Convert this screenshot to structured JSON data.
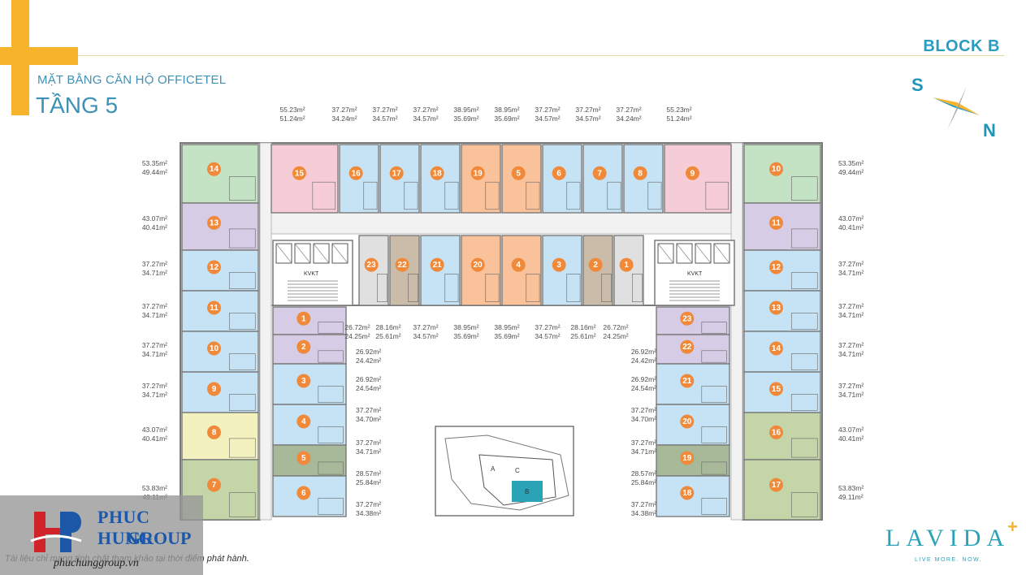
{
  "header": {
    "subtitle": "MẶT BẰNG CĂN HỘ OFFICETEL",
    "title": "TẦNG 5",
    "block": "BLOCK B"
  },
  "compass": {
    "south": "S",
    "north": "N"
  },
  "colors": {
    "blue": "#c5e3f4",
    "green": "#c4e2c4",
    "purple": "#d6cce6",
    "pink": "#f6cdd6",
    "orange": "#f9c29a",
    "gray": "#e0e0e0",
    "taupe": "#cbbcaa",
    "yellow": "#f3f2bf",
    "olive": "#c4d6a8",
    "darkgreen": "#a8b99a",
    "circle": "#f08a3a",
    "wall": "#7a7a7a"
  },
  "units": [
    {
      "num": "14",
      "color": "green"
    },
    {
      "num": "13",
      "color": "purple"
    },
    {
      "num": "12",
      "color": "blue"
    },
    {
      "num": "11",
      "color": "blue"
    },
    {
      "num": "10",
      "color": "blue"
    },
    {
      "num": "9",
      "color": "blue"
    },
    {
      "num": "8",
      "color": "yellow"
    },
    {
      "num": "7",
      "color": "olive"
    },
    {
      "num": "15",
      "color": "pink"
    },
    {
      "num": "16",
      "color": "blue"
    },
    {
      "num": "17",
      "color": "blue"
    },
    {
      "num": "18",
      "color": "blue"
    },
    {
      "num": "19",
      "color": "orange"
    },
    {
      "num": "5",
      "color": "orange"
    },
    {
      "num": "6",
      "color": "blue"
    },
    {
      "num": "7",
      "color": "blue"
    },
    {
      "num": "8",
      "color": "blue"
    },
    {
      "num": "9",
      "color": "pink"
    },
    {
      "num": "23",
      "color": "gray"
    },
    {
      "num": "22",
      "color": "taupe"
    },
    {
      "num": "21",
      "color": "blue"
    },
    {
      "num": "20",
      "color": "orange"
    },
    {
      "num": "4",
      "color": "orange"
    },
    {
      "num": "3",
      "color": "blue"
    },
    {
      "num": "2",
      "color": "taupe"
    },
    {
      "num": "1",
      "color": "gray"
    },
    {
      "num": "1",
      "color": "purple"
    },
    {
      "num": "2",
      "color": "purple"
    },
    {
      "num": "3",
      "color": "blue"
    },
    {
      "num": "4",
      "color": "blue"
    },
    {
      "num": "5",
      "color": "darkgreen"
    },
    {
      "num": "6",
      "color": "blue"
    },
    {
      "num": "23",
      "color": "purple"
    },
    {
      "num": "22",
      "color": "purple"
    },
    {
      "num": "21",
      "color": "blue"
    },
    {
      "num": "20",
      "color": "blue"
    },
    {
      "num": "19",
      "color": "darkgreen"
    },
    {
      "num": "18",
      "color": "blue"
    },
    {
      "num": "10",
      "color": "green"
    },
    {
      "num": "11",
      "color": "purple"
    },
    {
      "num": "12",
      "color": "blue"
    },
    {
      "num": "13",
      "color": "blue"
    },
    {
      "num": "14",
      "color": "blue"
    },
    {
      "num": "15",
      "color": "blue"
    },
    {
      "num": "16",
      "color": "olive"
    },
    {
      "num": "17",
      "color": "olive"
    }
  ],
  "areas": [
    {
      "gross": "53.35m²",
      "net": "49.44m²"
    },
    {
      "gross": "43.07m²",
      "net": "40.41m²"
    },
    {
      "gross": "37.27m²",
      "net": "34.71m²"
    },
    {
      "gross": "37.27m²",
      "net": "34.71m²"
    },
    {
      "gross": "37.27m²",
      "net": "34.71m²"
    },
    {
      "gross": "37.27m²",
      "net": "34.71m²"
    },
    {
      "gross": "43.07m²",
      "net": "40.41m²"
    },
    {
      "gross": "53.83m²",
      "net": "49.11m²"
    },
    {
      "gross": "55.23m²",
      "net": "51.24m²"
    },
    {
      "gross": "37.27m²",
      "net": "34.24m²"
    },
    {
      "gross": "37.27m²",
      "net": "34.57m²"
    },
    {
      "gross": "37.27m²",
      "net": "34.57m²"
    },
    {
      "gross": "38.95m²",
      "net": "35.69m²"
    },
    {
      "gross": "38.95m²",
      "net": "35.69m²"
    },
    {
      "gross": "37.27m²",
      "net": "34.57m²"
    },
    {
      "gross": "37.27m²",
      "net": "34.57m²"
    },
    {
      "gross": "37.27m²",
      "net": "34.24m²"
    },
    {
      "gross": "55.23m²",
      "net": "51.24m²"
    },
    {
      "gross": "26.72m²",
      "net": "24.25m²"
    },
    {
      "gross": "28.16m²",
      "net": "25.61m²"
    },
    {
      "gross": "37.27m²",
      "net": "34.57m²"
    },
    {
      "gross": "38.95m²",
      "net": "35.69m²"
    },
    {
      "gross": "38.95m²",
      "net": "35.69m²"
    },
    {
      "gross": "37.27m²",
      "net": "34.57m²"
    },
    {
      "gross": "28.16m²",
      "net": "25.61m²"
    },
    {
      "gross": "26.72m²",
      "net": "24.25m²"
    },
    {
      "gross": "26.92m²",
      "net": "24.42m²"
    },
    {
      "gross": "26.92m²",
      "net": "24.54m²"
    },
    {
      "gross": "37.27m²",
      "net": "34.70m²"
    },
    {
      "gross": "37.27m²",
      "net": "34.71m²"
    },
    {
      "gross": "28.57m²",
      "net": "25.84m²"
    },
    {
      "gross": "37.27m²",
      "net": "34.38m²"
    },
    {
      "gross": "26.92m²",
      "net": "24.42m²"
    },
    {
      "gross": "26.92m²",
      "net": "24.54m²"
    },
    {
      "gross": "37.27m²",
      "net": "34.70m²"
    },
    {
      "gross": "37.27m²",
      "net": "34.71m²"
    },
    {
      "gross": "28.57m²",
      "net": "25.84m²"
    },
    {
      "gross": "37.27m²",
      "net": "34.38m²"
    },
    {
      "gross": "53.35m²",
      "net": "49.44m²"
    },
    {
      "gross": "43.07m²",
      "net": "40.41m²"
    },
    {
      "gross": "37.27m²",
      "net": "34.71m²"
    },
    {
      "gross": "37.27m²",
      "net": "34.71m²"
    },
    {
      "gross": "37.27m²",
      "net": "34.71m²"
    },
    {
      "gross": "37.27m²",
      "net": "34.71m²"
    },
    {
      "gross": "43.07m²",
      "net": "40.41m²"
    },
    {
      "gross": "53.83m²",
      "net": "49.11m²"
    }
  ],
  "core_labels": {
    "left": "KVKT",
    "right": "KVKT"
  },
  "site_map": {
    "labels": [
      "A",
      "C",
      "B"
    ]
  },
  "brand": {
    "name": "LAVIDA",
    "plus": "+",
    "tagline": "LIVE MORE. NOW."
  },
  "disclaimer": "Tài liệu chỉ mang tính chất tham khảo tại thời điểm phát hành.",
  "watermark": {
    "name_line1": "PHUC HUNG",
    "name_line2": "GROUP",
    "url": "phuchunggroup.vn"
  }
}
